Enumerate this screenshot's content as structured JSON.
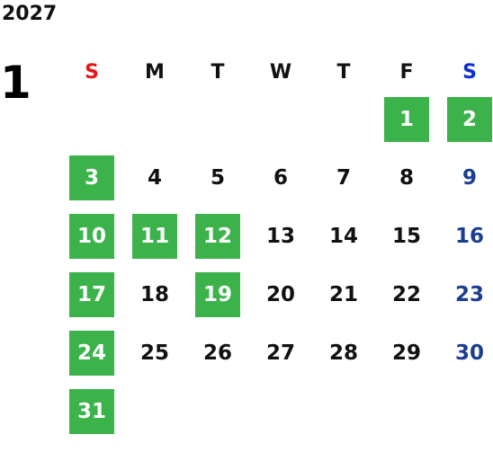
{
  "calendar": {
    "year": "2027",
    "month": "1",
    "weekdays": [
      "S",
      "M",
      "T",
      "W",
      "T",
      "F",
      "S"
    ],
    "highlight_color": "#3bb34a",
    "sunday_header_color": "#e8141b",
    "saturday_header_color": "#0b2fcf",
    "saturday_day_color": "#1b3d91",
    "weeks": [
      [
        null,
        null,
        null,
        null,
        null,
        {
          "day": "1",
          "highlighted": true
        },
        {
          "day": "2",
          "highlighted": true
        }
      ],
      [
        {
          "day": "3",
          "highlighted": true
        },
        {
          "day": "4",
          "highlighted": false
        },
        {
          "day": "5",
          "highlighted": false
        },
        {
          "day": "6",
          "highlighted": false
        },
        {
          "day": "7",
          "highlighted": false
        },
        {
          "day": "8",
          "highlighted": false
        },
        {
          "day": "9",
          "highlighted": false
        }
      ],
      [
        {
          "day": "10",
          "highlighted": true
        },
        {
          "day": "11",
          "highlighted": true
        },
        {
          "day": "12",
          "highlighted": true
        },
        {
          "day": "13",
          "highlighted": false
        },
        {
          "day": "14",
          "highlighted": false
        },
        {
          "day": "15",
          "highlighted": false
        },
        {
          "day": "16",
          "highlighted": false
        }
      ],
      [
        {
          "day": "17",
          "highlighted": true
        },
        {
          "day": "18",
          "highlighted": false
        },
        {
          "day": "19",
          "highlighted": true
        },
        {
          "day": "20",
          "highlighted": false
        },
        {
          "day": "21",
          "highlighted": false
        },
        {
          "day": "22",
          "highlighted": false
        },
        {
          "day": "23",
          "highlighted": false
        }
      ],
      [
        {
          "day": "24",
          "highlighted": true
        },
        {
          "day": "25",
          "highlighted": false
        },
        {
          "day": "26",
          "highlighted": false
        },
        {
          "day": "27",
          "highlighted": false
        },
        {
          "day": "28",
          "highlighted": false
        },
        {
          "day": "29",
          "highlighted": false
        },
        {
          "day": "30",
          "highlighted": false
        }
      ],
      [
        {
          "day": "31",
          "highlighted": true
        },
        null,
        null,
        null,
        null,
        null,
        null
      ]
    ]
  }
}
